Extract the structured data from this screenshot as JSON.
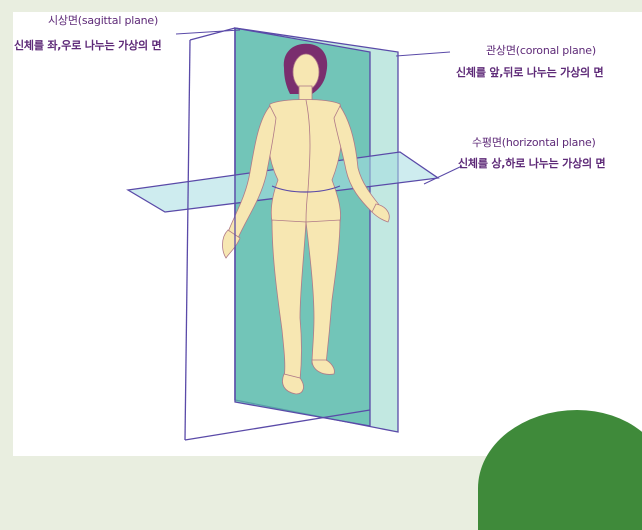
{
  "labels": {
    "sagittal_title": "시상면(sagittal plane)",
    "sagittal_desc": "신체를 좌,우로 나누는 가상의 면",
    "coronal_title": "관상면(coronal plane)",
    "coronal_desc": "신체를 앞,뒤로 나누는 가상의 면",
    "horizontal_title": "수평면(horizontal plane)",
    "horizontal_desc": "신체를 상,하로 나누는 가상의 면"
  },
  "colors": {
    "page_background": "#e9eee0",
    "panel": "#ffffff",
    "label_text": "#5e2a78",
    "plane_outline": "#5a4aa8",
    "plane_fill": "#6cc4b6",
    "skin": "#f7e7b2",
    "skin_outline": "#b07a88",
    "hair": "#7a2e6e",
    "decor_blob": "#3f8a3a"
  }
}
